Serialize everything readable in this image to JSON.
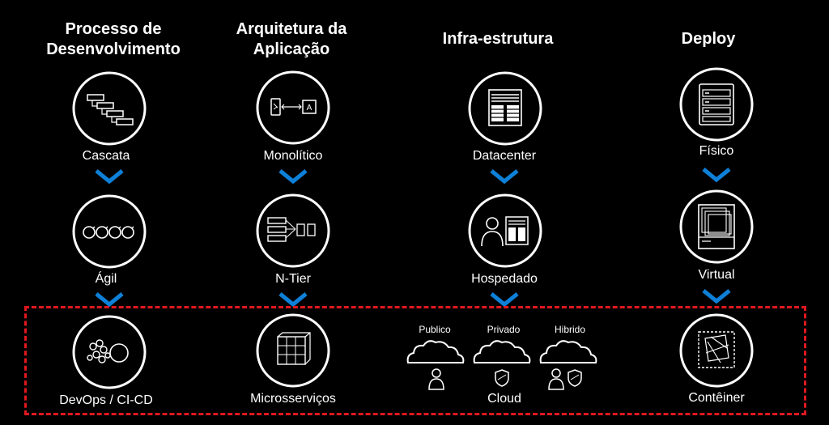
{
  "columns": [
    {
      "title_line1": "Processo de",
      "title_line2": "Desenvolvimento",
      "steps": [
        "Cascata",
        "Ágil",
        "DevOps / CI-CD"
      ]
    },
    {
      "title_line1": "Arquitetura da",
      "title_line2": "Aplicação",
      "steps": [
        "Monolítico",
        "N-Tier",
        "Microsserviços"
      ]
    },
    {
      "title_line1": "Infra-estrutura",
      "title_line2": "",
      "steps": [
        "Datacenter",
        "Hospedado",
        "Cloud"
      ],
      "cloud_types": [
        "Publico",
        "Privado",
        "Hibrido"
      ]
    },
    {
      "title_line1": "Deploy",
      "title_line2": "",
      "steps": [
        "Físico",
        "Virtual",
        "Contêiner"
      ]
    }
  ],
  "colors": {
    "accent": "#0e80d8",
    "highlight": "#e0181f",
    "background": "#000000",
    "line": "#ffffff"
  },
  "icons": [
    "waterfall-icon",
    "agile-icon",
    "devops-icon",
    "monolith-icon",
    "ntier-icon",
    "microservices-icon",
    "datacenter-icon",
    "hosted-icon",
    "cloud-icon",
    "physical-server-icon",
    "virtual-server-icon",
    "container-icon"
  ]
}
